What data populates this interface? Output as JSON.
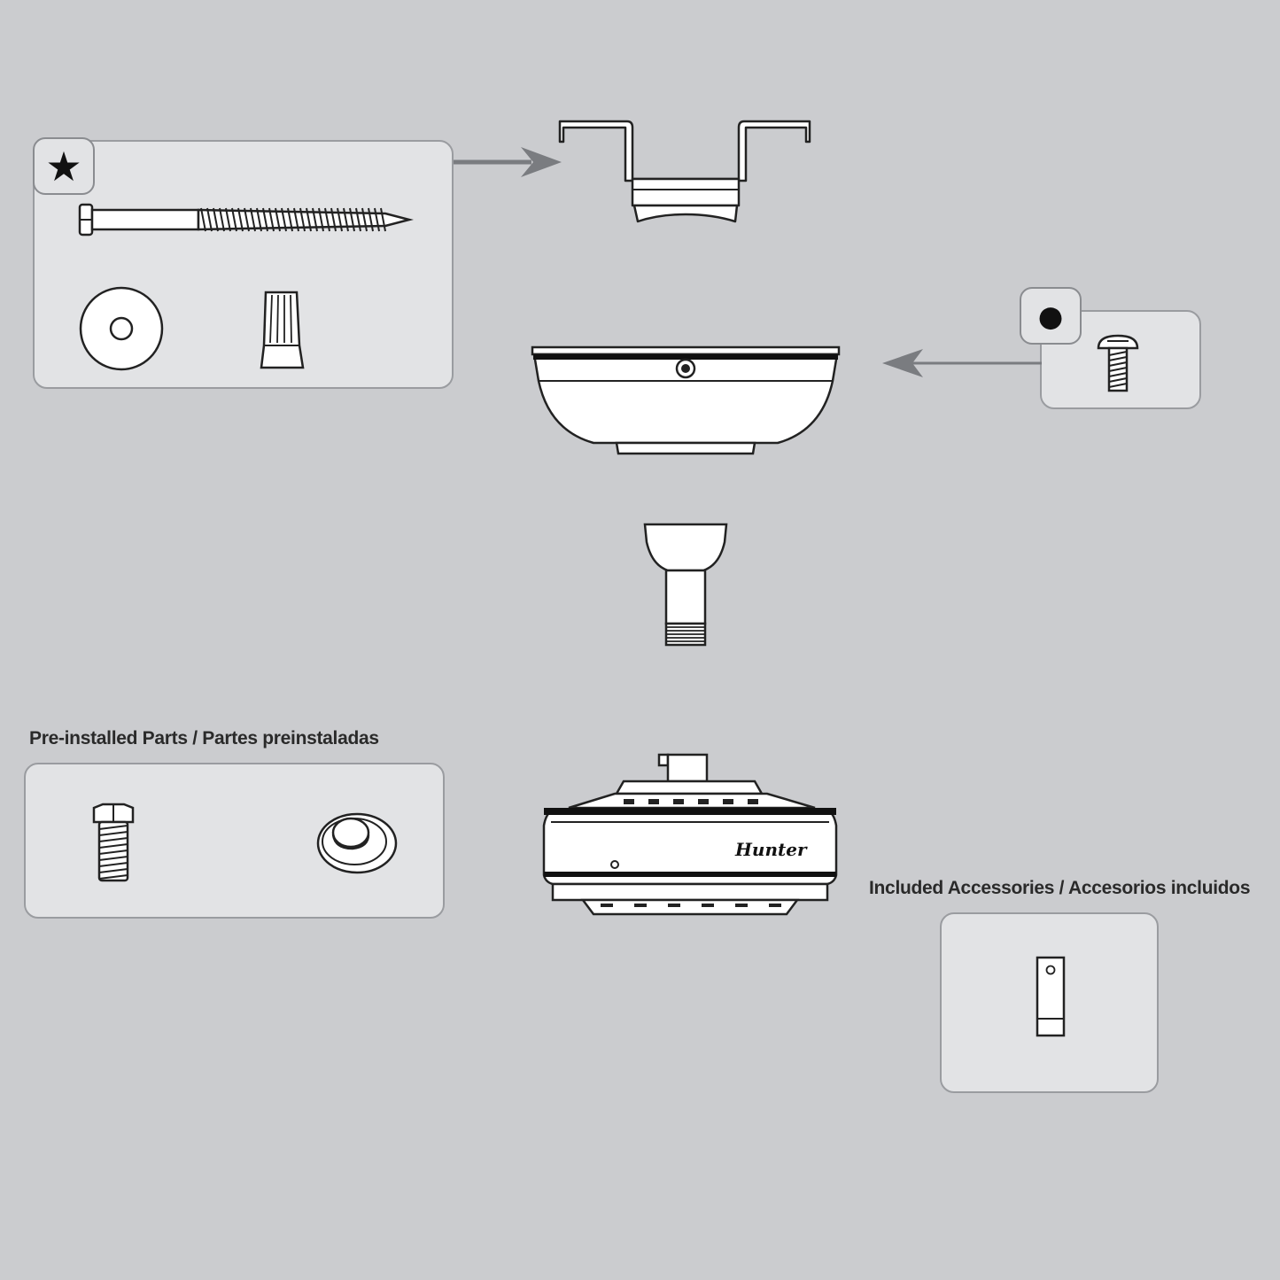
{
  "labels": {
    "preinstalled": "Pre-installed Parts / Partes preinstaladas",
    "included": "Included Accessories / Accesorios incluidos"
  },
  "badges": {
    "hardware_bag_symbol": "★",
    "canopy_screw_symbol": "●"
  },
  "brand": "Hunter",
  "colors": {
    "background": "#cbcccf",
    "panel": "#e2e3e5",
    "panel_border": "#9a9ca0",
    "line": "#222222",
    "arrow": "#7a7c80"
  }
}
